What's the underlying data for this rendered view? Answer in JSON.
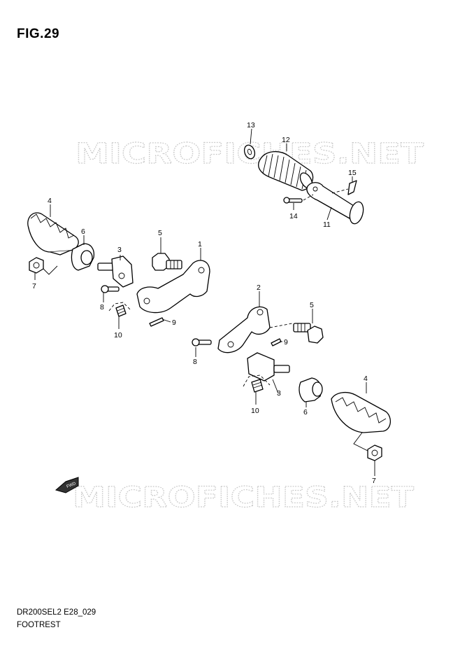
{
  "figure": {
    "title": "FIG.29"
  },
  "footer": {
    "code": "DR200SEL2 E28_029",
    "name": "FOOTREST"
  },
  "watermark": {
    "text": "MICROFICHES.NET",
    "color": "#c8c8c8"
  },
  "fwd_arrow": {
    "text": "FWD"
  },
  "callouts": [
    {
      "id": "c1",
      "label": "1"
    },
    {
      "id": "c2",
      "label": "2"
    },
    {
      "id": "c3a",
      "label": "3"
    },
    {
      "id": "c3b",
      "label": "3"
    },
    {
      "id": "c4a",
      "label": "4"
    },
    {
      "id": "c4b",
      "label": "4"
    },
    {
      "id": "c5a",
      "label": "5"
    },
    {
      "id": "c5b",
      "label": "5"
    },
    {
      "id": "c6a",
      "label": "6"
    },
    {
      "id": "c6b",
      "label": "6"
    },
    {
      "id": "c7a",
      "label": "7"
    },
    {
      "id": "c7b",
      "label": "7"
    },
    {
      "id": "c8a",
      "label": "8"
    },
    {
      "id": "c8b",
      "label": "8"
    },
    {
      "id": "c9a",
      "label": "9"
    },
    {
      "id": "c9b",
      "label": "9"
    },
    {
      "id": "c10a",
      "label": "10"
    },
    {
      "id": "c10b",
      "label": "10"
    },
    {
      "id": "c11",
      "label": "11"
    },
    {
      "id": "c12",
      "label": "12"
    },
    {
      "id": "c13",
      "label": "13"
    },
    {
      "id": "c14",
      "label": "14"
    },
    {
      "id": "c15",
      "label": "15"
    }
  ]
}
